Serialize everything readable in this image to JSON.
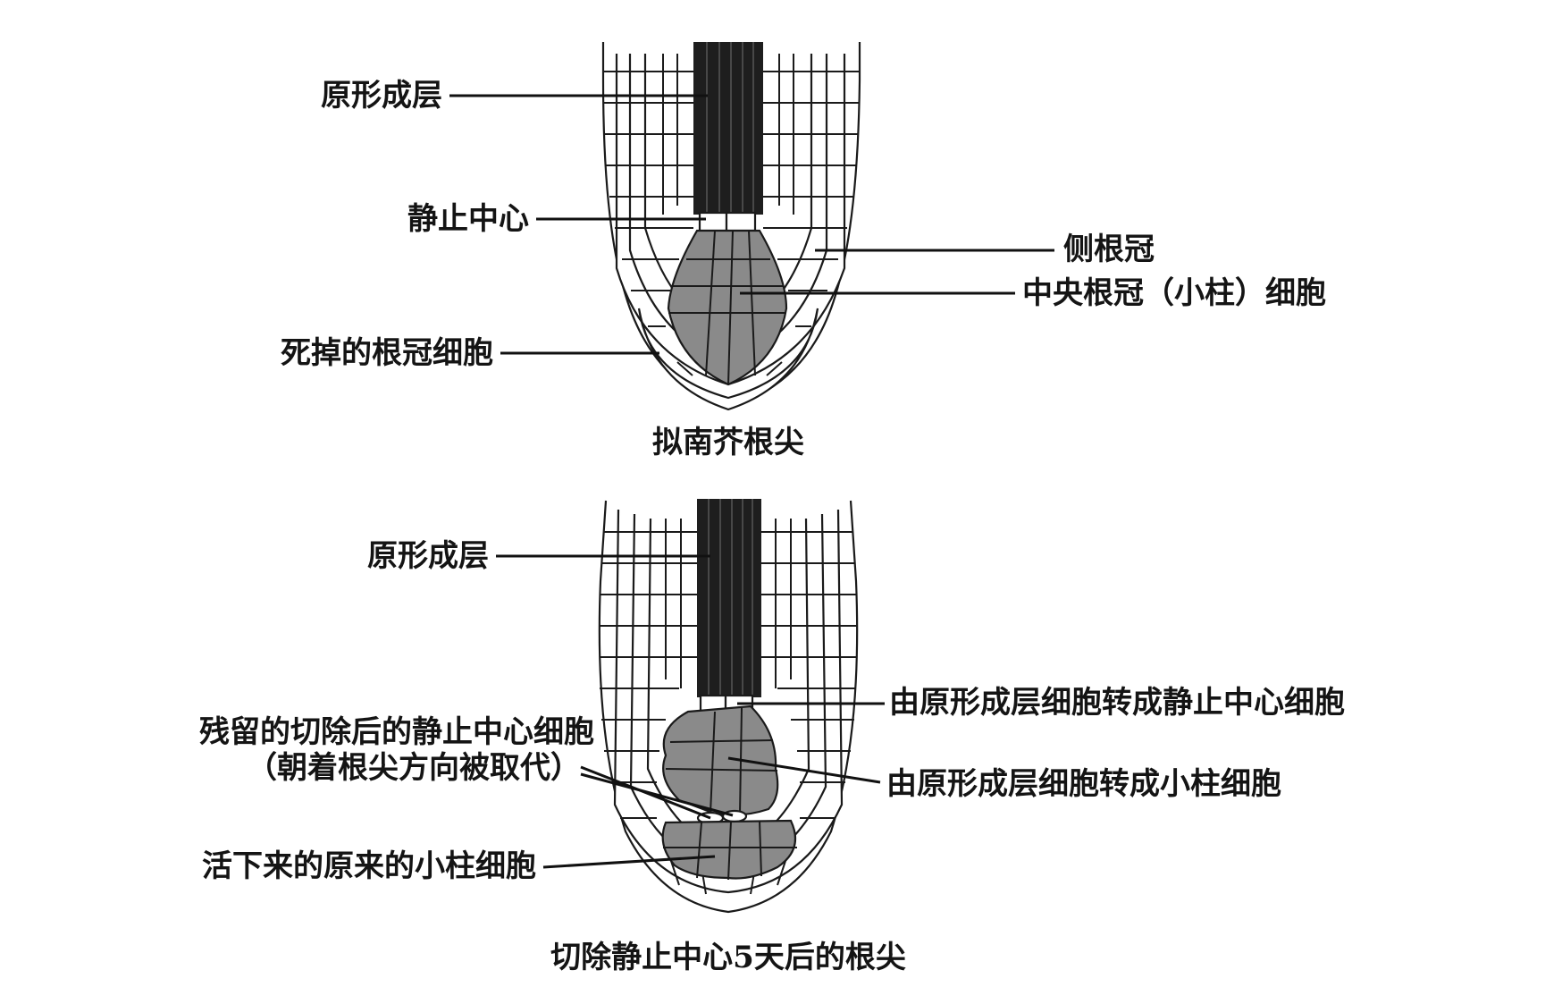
{
  "figure_top": {
    "caption": "拟南芥根尖",
    "labels": {
      "procambium": "原形成层",
      "quiescent_center": "静止中心",
      "lateral_root_cap": "侧根冠",
      "central_root_cap": "中央根冠（小柱）细胞",
      "dead_cap_cells": "死掉的根冠细胞"
    }
  },
  "figure_bottom": {
    "caption": "切除静止中心5天后的根尖",
    "labels": {
      "procambium": "原形成层",
      "procambium_to_qc": "由原形成层细胞转成静止中心细胞",
      "residual_qc_line1": "残留的切除后的静止中心细胞",
      "residual_qc_line2": "（朝着根尖方向被取代）",
      "procambium_to_columella": "由原形成层细胞转成小柱细胞",
      "surviving_columella": "活下来的原来的小柱细胞"
    }
  },
  "colors": {
    "procambium": "#1e1e1e",
    "columella": "#8a8a8a",
    "cell_wall": "#1a1a1a",
    "background": "#ffffff"
  }
}
